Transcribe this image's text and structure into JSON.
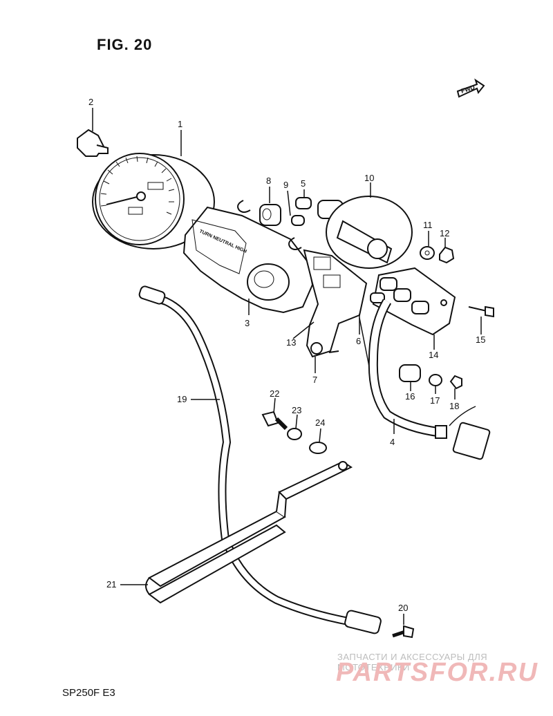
{
  "figure": {
    "title": "FIG. 20",
    "model": "SP250F  E3",
    "fwd": "FWD"
  },
  "meter_face": {
    "plate": "TURN  NEUTRAL  HIGH"
  },
  "watermark": {
    "caption": "ЗАПЧАСТИ И АКСЕССУАРЫ ДЛЯ МОТОТЕХНИКИ",
    "logo": "PARTSFOR.RU"
  },
  "callouts": {
    "c1": "1",
    "c2": "2",
    "c3": "3",
    "c4": "4",
    "c5": "5",
    "c6": "6",
    "c7": "7",
    "c8": "8",
    "c9": "9",
    "c10": "10",
    "c11": "11",
    "c12": "12",
    "c13": "13",
    "c14": "14",
    "c15": "15",
    "c16": "16",
    "c17": "17",
    "c18": "18",
    "c19": "19",
    "c20": "20",
    "c21": "21",
    "c22": "22",
    "c23": "23",
    "c24": "24"
  },
  "colors": {
    "line": "#111111",
    "watermark": "#f0b8b8"
  }
}
